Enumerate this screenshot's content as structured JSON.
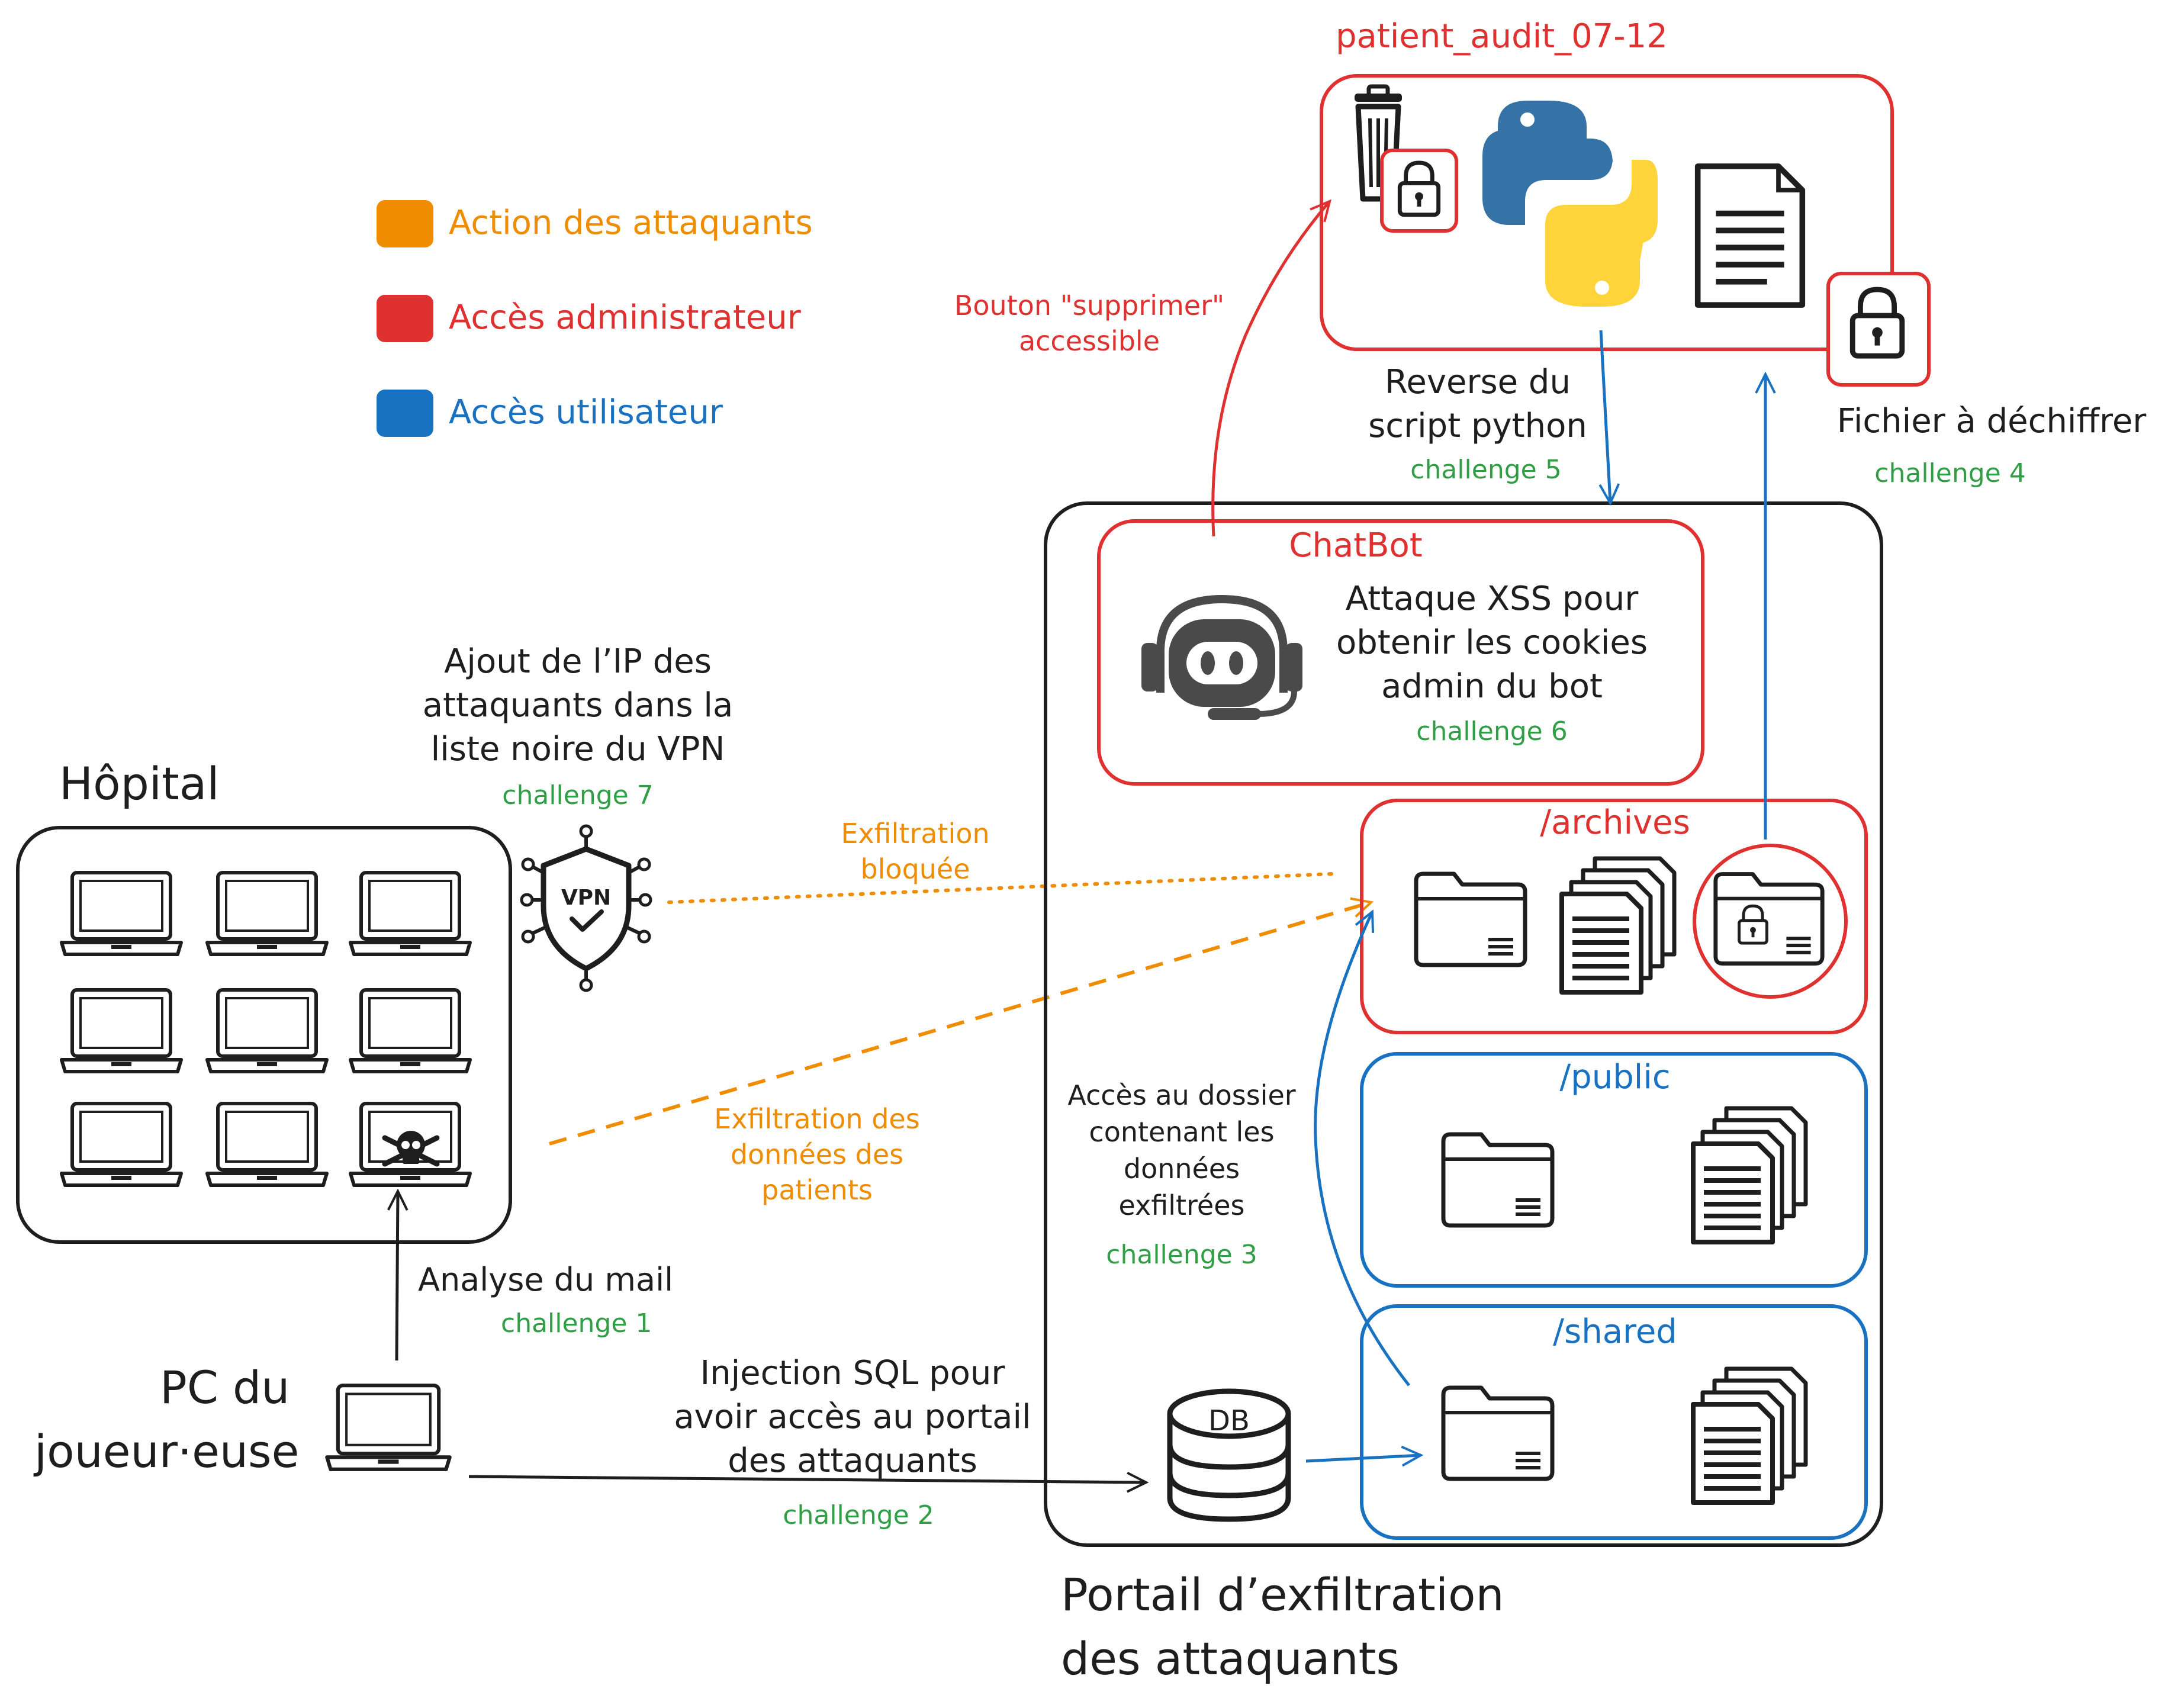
{
  "colors": {
    "orange": "#ef8c00",
    "red": "#e03131",
    "blue": "#1971c2",
    "green": "#2f9e44",
    "black": "#1e1e1e",
    "python_blue": "#3572a5",
    "python_yellow": "#ffd43b",
    "bot_grey": "#4a4a4a"
  },
  "legend": [
    {
      "label": "Action des attaquants",
      "color": "#ef8c00"
    },
    {
      "label": "Accès administrateur",
      "color": "#e03131"
    },
    {
      "label": "Accès utilisateur",
      "color": "#1971c2"
    }
  ],
  "hospital": {
    "title": "Hôpital",
    "computers": 9,
    "infected_index": 8
  },
  "player": {
    "label_line1": "PC du",
    "label_line2": "joueur·euse"
  },
  "portal": {
    "title_line1": "Portail d’exfiltration",
    "title_line2": "des attaquants",
    "db_label": "DB"
  },
  "chatbot": {
    "title": "ChatBot",
    "text_line1": "Attaque XSS pour",
    "text_line2": "obtenir les cookies",
    "text_line3": "admin du bot",
    "challenge": "challenge 6"
  },
  "folders": {
    "archives": "/archives",
    "public": "/public",
    "shared": "/shared"
  },
  "audit": {
    "title": "patient_audit_07-12"
  },
  "annotations": {
    "vpn_line1": "Ajout de l’IP des",
    "vpn_line2": "attaquants dans la",
    "vpn_line3": "liste noire du VPN",
    "vpn_challenge": "challenge 7",
    "vpn_badge": "VPN",
    "exfil_blocked_line1": "Exfiltration",
    "exfil_blocked_line2": "bloquée",
    "exfil_data_line1": "Exfiltration des",
    "exfil_data_line2": "données des",
    "exfil_data_line3": "patients",
    "mail_label": "Analyse du mail",
    "mail_challenge": "challenge 1",
    "sql_line1": "Injection SQL pour",
    "sql_line2": "avoir accès au portail",
    "sql_line3": "des attaquants",
    "sql_challenge": "challenge 2",
    "folder_access_line1": "Accès au dossier",
    "folder_access_line2": "contenant les",
    "folder_access_line3": "données",
    "folder_access_line4": "exfiltrées",
    "folder_access_challenge": "challenge 3",
    "delete_line1": "Bouton \"supprimer\"",
    "delete_line2": "accessible",
    "reverse_line1": "Reverse du",
    "reverse_line2": "script python",
    "reverse_challenge": "challenge 5",
    "decrypt_label": "Fichier à déchiffrer",
    "decrypt_challenge": "challenge 4"
  }
}
